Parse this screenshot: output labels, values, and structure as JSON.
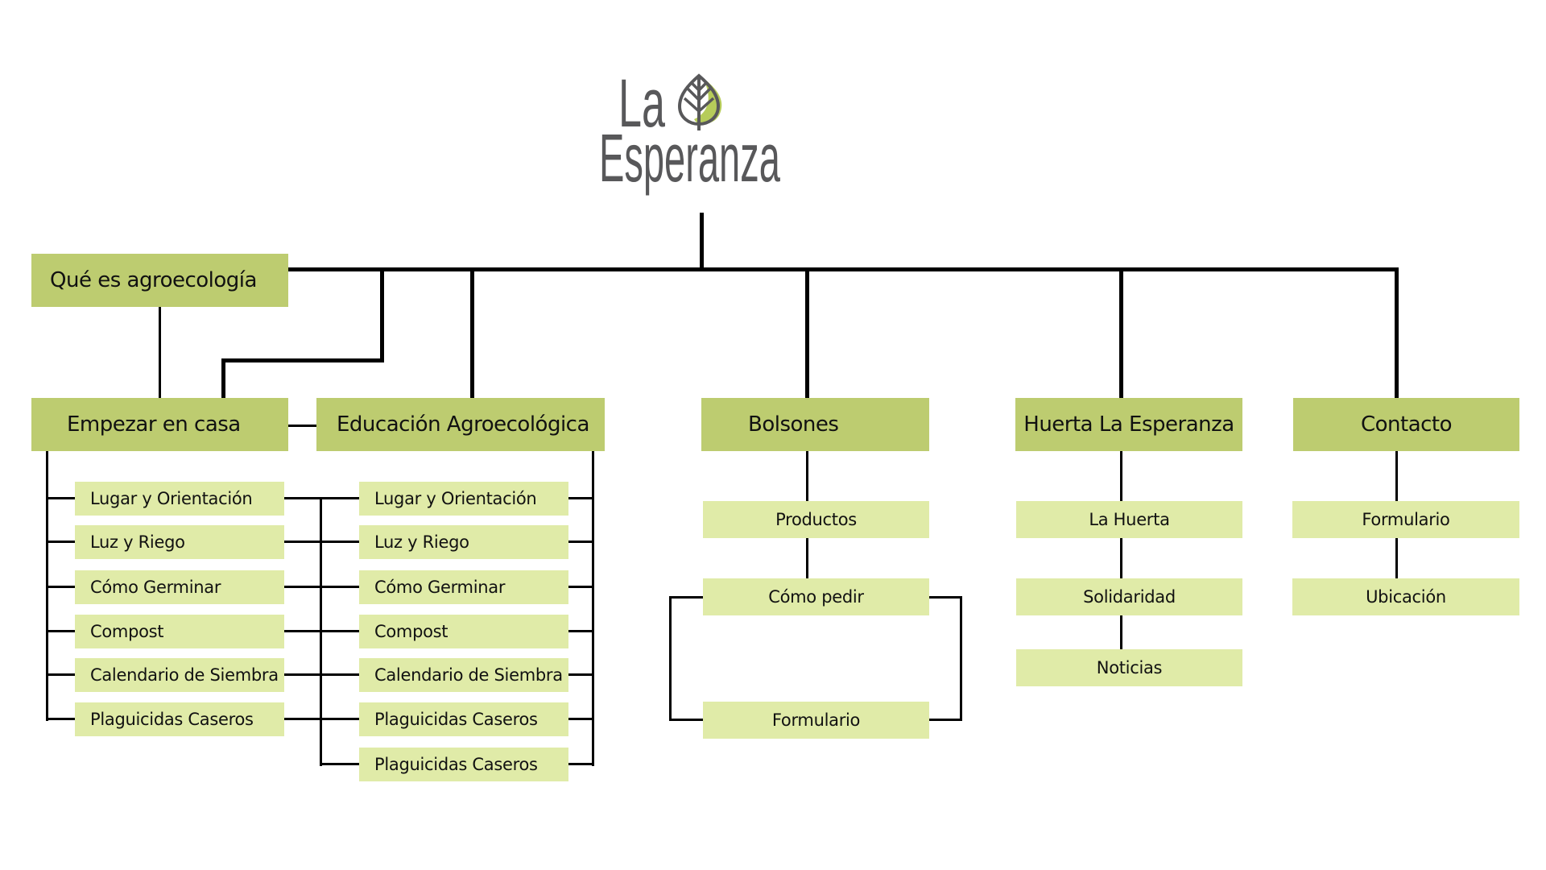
{
  "logo": {
    "line1": "La",
    "line2": "Esperanza",
    "icon": "leaf-icon",
    "colors": {
      "text": "#58585a",
      "leaf": "#b6cc5a"
    }
  },
  "colors": {
    "primary_box": "#bdcc70",
    "secondary_box": "#e0eba8",
    "connector": "#000000"
  },
  "sitemap": {
    "que_es": {
      "label": "Qué es agroecología"
    },
    "empezar": {
      "label": "Empezar en casa",
      "children": [
        "Lugar y Orientación",
        "Luz y Riego",
        "Cómo Germinar",
        "Compost",
        "Calendario de Siembra",
        "Plaguicidas Caseros"
      ]
    },
    "educacion": {
      "label": "Educación Agroecológica",
      "children": [
        "Lugar y Orientación",
        "Luz y Riego",
        "Cómo Germinar",
        "Compost",
        "Calendario de Siembra",
        "Plaguicidas Caseros",
        "Plaguicidas Caseros"
      ]
    },
    "bolsones": {
      "label": "Bolsones",
      "children": [
        "Productos",
        "Cómo pedir",
        "Formulario"
      ]
    },
    "huerta": {
      "label": "Huerta La Esperanza",
      "children": [
        "La Huerta",
        "Solidaridad",
        "Noticias"
      ]
    },
    "contacto": {
      "label": "Contacto",
      "children": [
        "Formulario",
        "Ubicación"
      ]
    }
  }
}
